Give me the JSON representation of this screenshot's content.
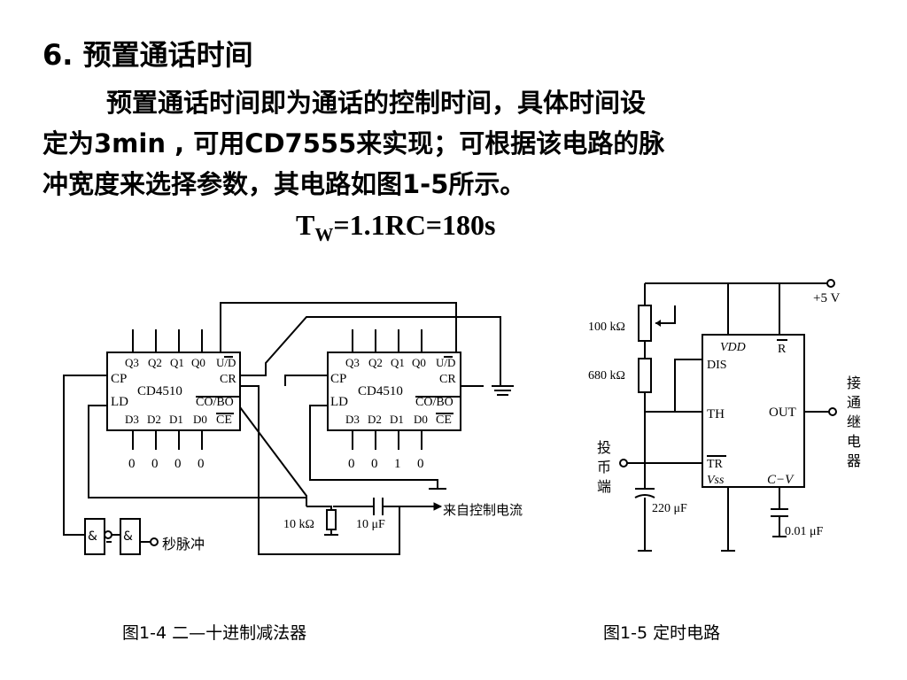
{
  "heading": "6. 预置通话时间",
  "paragraph": {
    "line1": "预置通话时间即为通话的控制时间，具体时间设",
    "line2": "定为3min , 可用CD7555来实现；可根据该电路的脉",
    "line3": "冲宽度来选择参数，其电路如图1-5所示。"
  },
  "formula": {
    "lhs": "T",
    "sub": "W",
    "rhs": "=1.1RC=180s"
  },
  "fig4": {
    "caption": "图1-4 二—十进制减法器",
    "chip_name": "CD4510",
    "pins": {
      "q3": "Q3",
      "q2": "Q2",
      "q1": "Q1",
      "q0": "Q0",
      "ud": "U/D",
      "cp": "CP",
      "cr": "CR",
      "ld": "LD",
      "cobo": "CO/BO",
      "d3": "D3",
      "d2": "D2",
      "d1": "D1",
      "d0": "D0",
      "ce": "CE"
    },
    "left_chip_inputs": [
      "0",
      "0",
      "0",
      "0"
    ],
    "right_chip_inputs": [
      "0",
      "0",
      "1",
      "0"
    ],
    "resistor": "10 kΩ",
    "capacitor": "10 μF",
    "control_label": "来自控制电流",
    "pulse_label": "秒脉冲",
    "gate_symbol": "&"
  },
  "fig5": {
    "caption": "图1-5 定时电路",
    "supply": "+5 V",
    "pot": "100 kΩ",
    "resistor": "680 kΩ",
    "cap_timing": "220 μF",
    "cap_cv": "0.01 μF",
    "pins": {
      "vdd": "VDD",
      "r": "R",
      "dis": "DIS",
      "th": "TH",
      "out": "OUT",
      "tr": "TR",
      "vss": "Vss",
      "cv": "C−V"
    },
    "coin_label": [
      "投",
      "币",
      "端"
    ],
    "relay_label": [
      "接",
      "通",
      "继",
      "电",
      "器"
    ]
  }
}
